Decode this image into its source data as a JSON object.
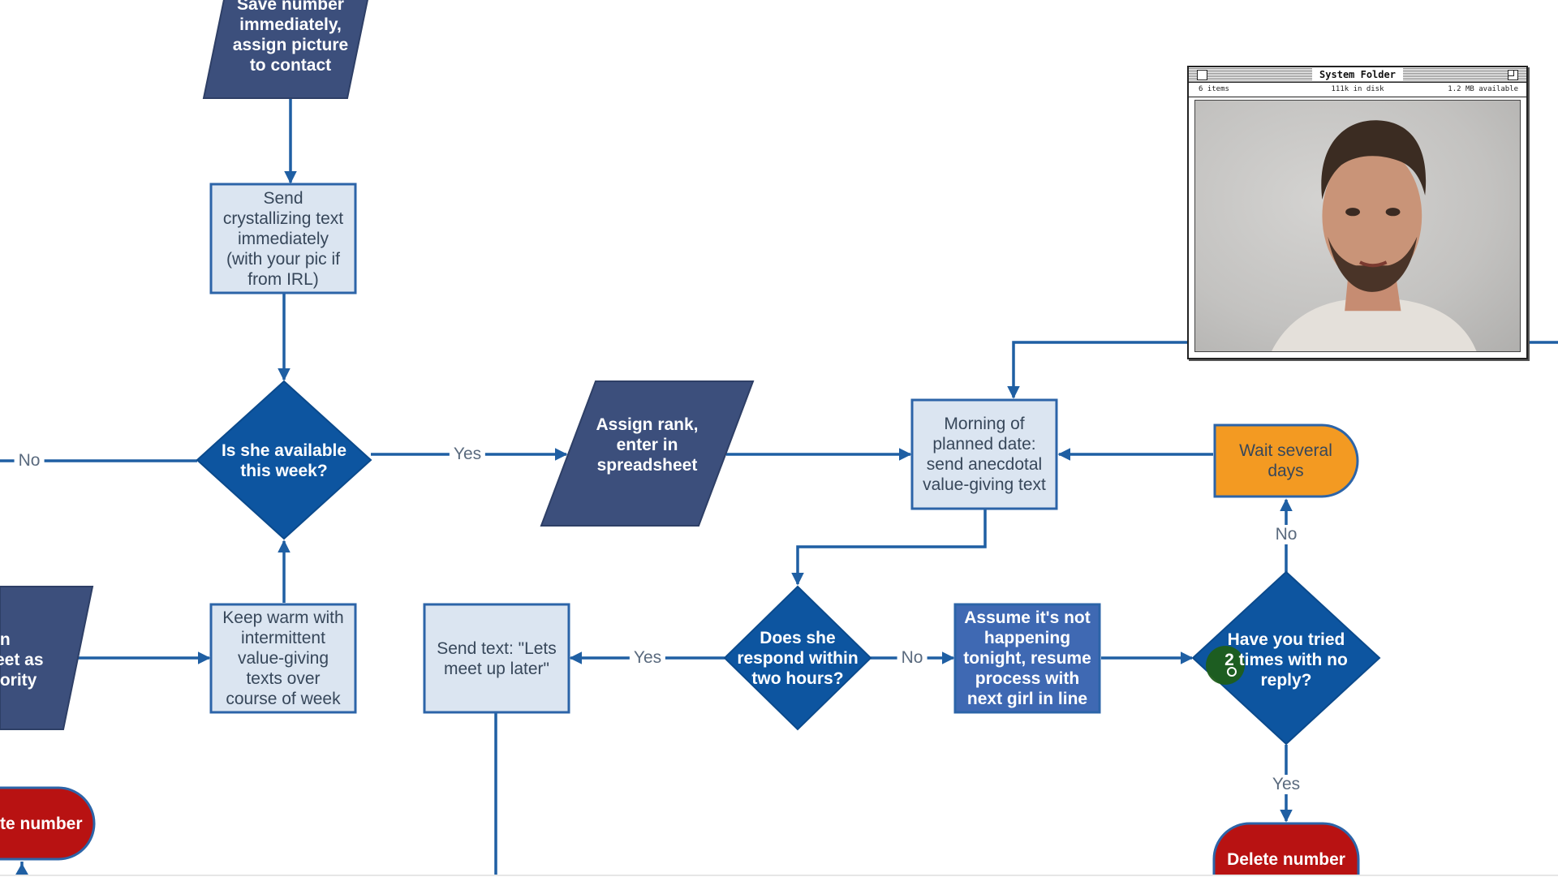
{
  "colors": {
    "connector": "#1f5fa3",
    "decision_fill": "#0d55a0",
    "process_fill": "#dbe5f1",
    "process_border": "#2c64a8",
    "data_fill": "#3c4f7c",
    "process_dark_fill": "#3f69b3",
    "terminal_orange": "#f39a22",
    "terminal_red": "#b81212",
    "cursor_dot": "#1f5e1a"
  },
  "nodes": {
    "save_number": "Save number\nimmediately,\nassign picture\nto contact",
    "send_crystallizing": "Send\ncrystallizing text\nimmediately\n(with your pic if\nfrom IRL)",
    "is_available": "Is she available\nthis week?",
    "assign_rank": "Assign rank,\nenter in\nspreadsheet",
    "morning_of": "Morning of\nplanned date:\nsend anecdotal\nvalue-giving text",
    "wait_several": "Wait several\ndays",
    "left_partial": "in\neet as\niority",
    "keep_warm": "Keep warm with\nintermittent\nvalue-giving\ntexts over\ncourse of week",
    "send_text_later": "Send text: \"Lets\nmeet up later\"",
    "does_respond": "Does she\nrespond within\ntwo hours?",
    "assume_not": "Assume it's not\nhappening\ntonight, resume\nprocess with\nnext girl in line",
    "have_tried": "Have you tried\n2 times with no\nreply?",
    "delete_left": "te number",
    "delete_number": "Delete number"
  },
  "edges": {
    "no_left": "No",
    "yes_available": "Yes",
    "no_wait": "No",
    "yes_respond": "Yes",
    "no_respond": "No",
    "yes_tried": "Yes"
  },
  "mac_window": {
    "title": "System Folder",
    "items": "6 items",
    "disk": "111k in disk",
    "available": "1.2 MB available"
  }
}
